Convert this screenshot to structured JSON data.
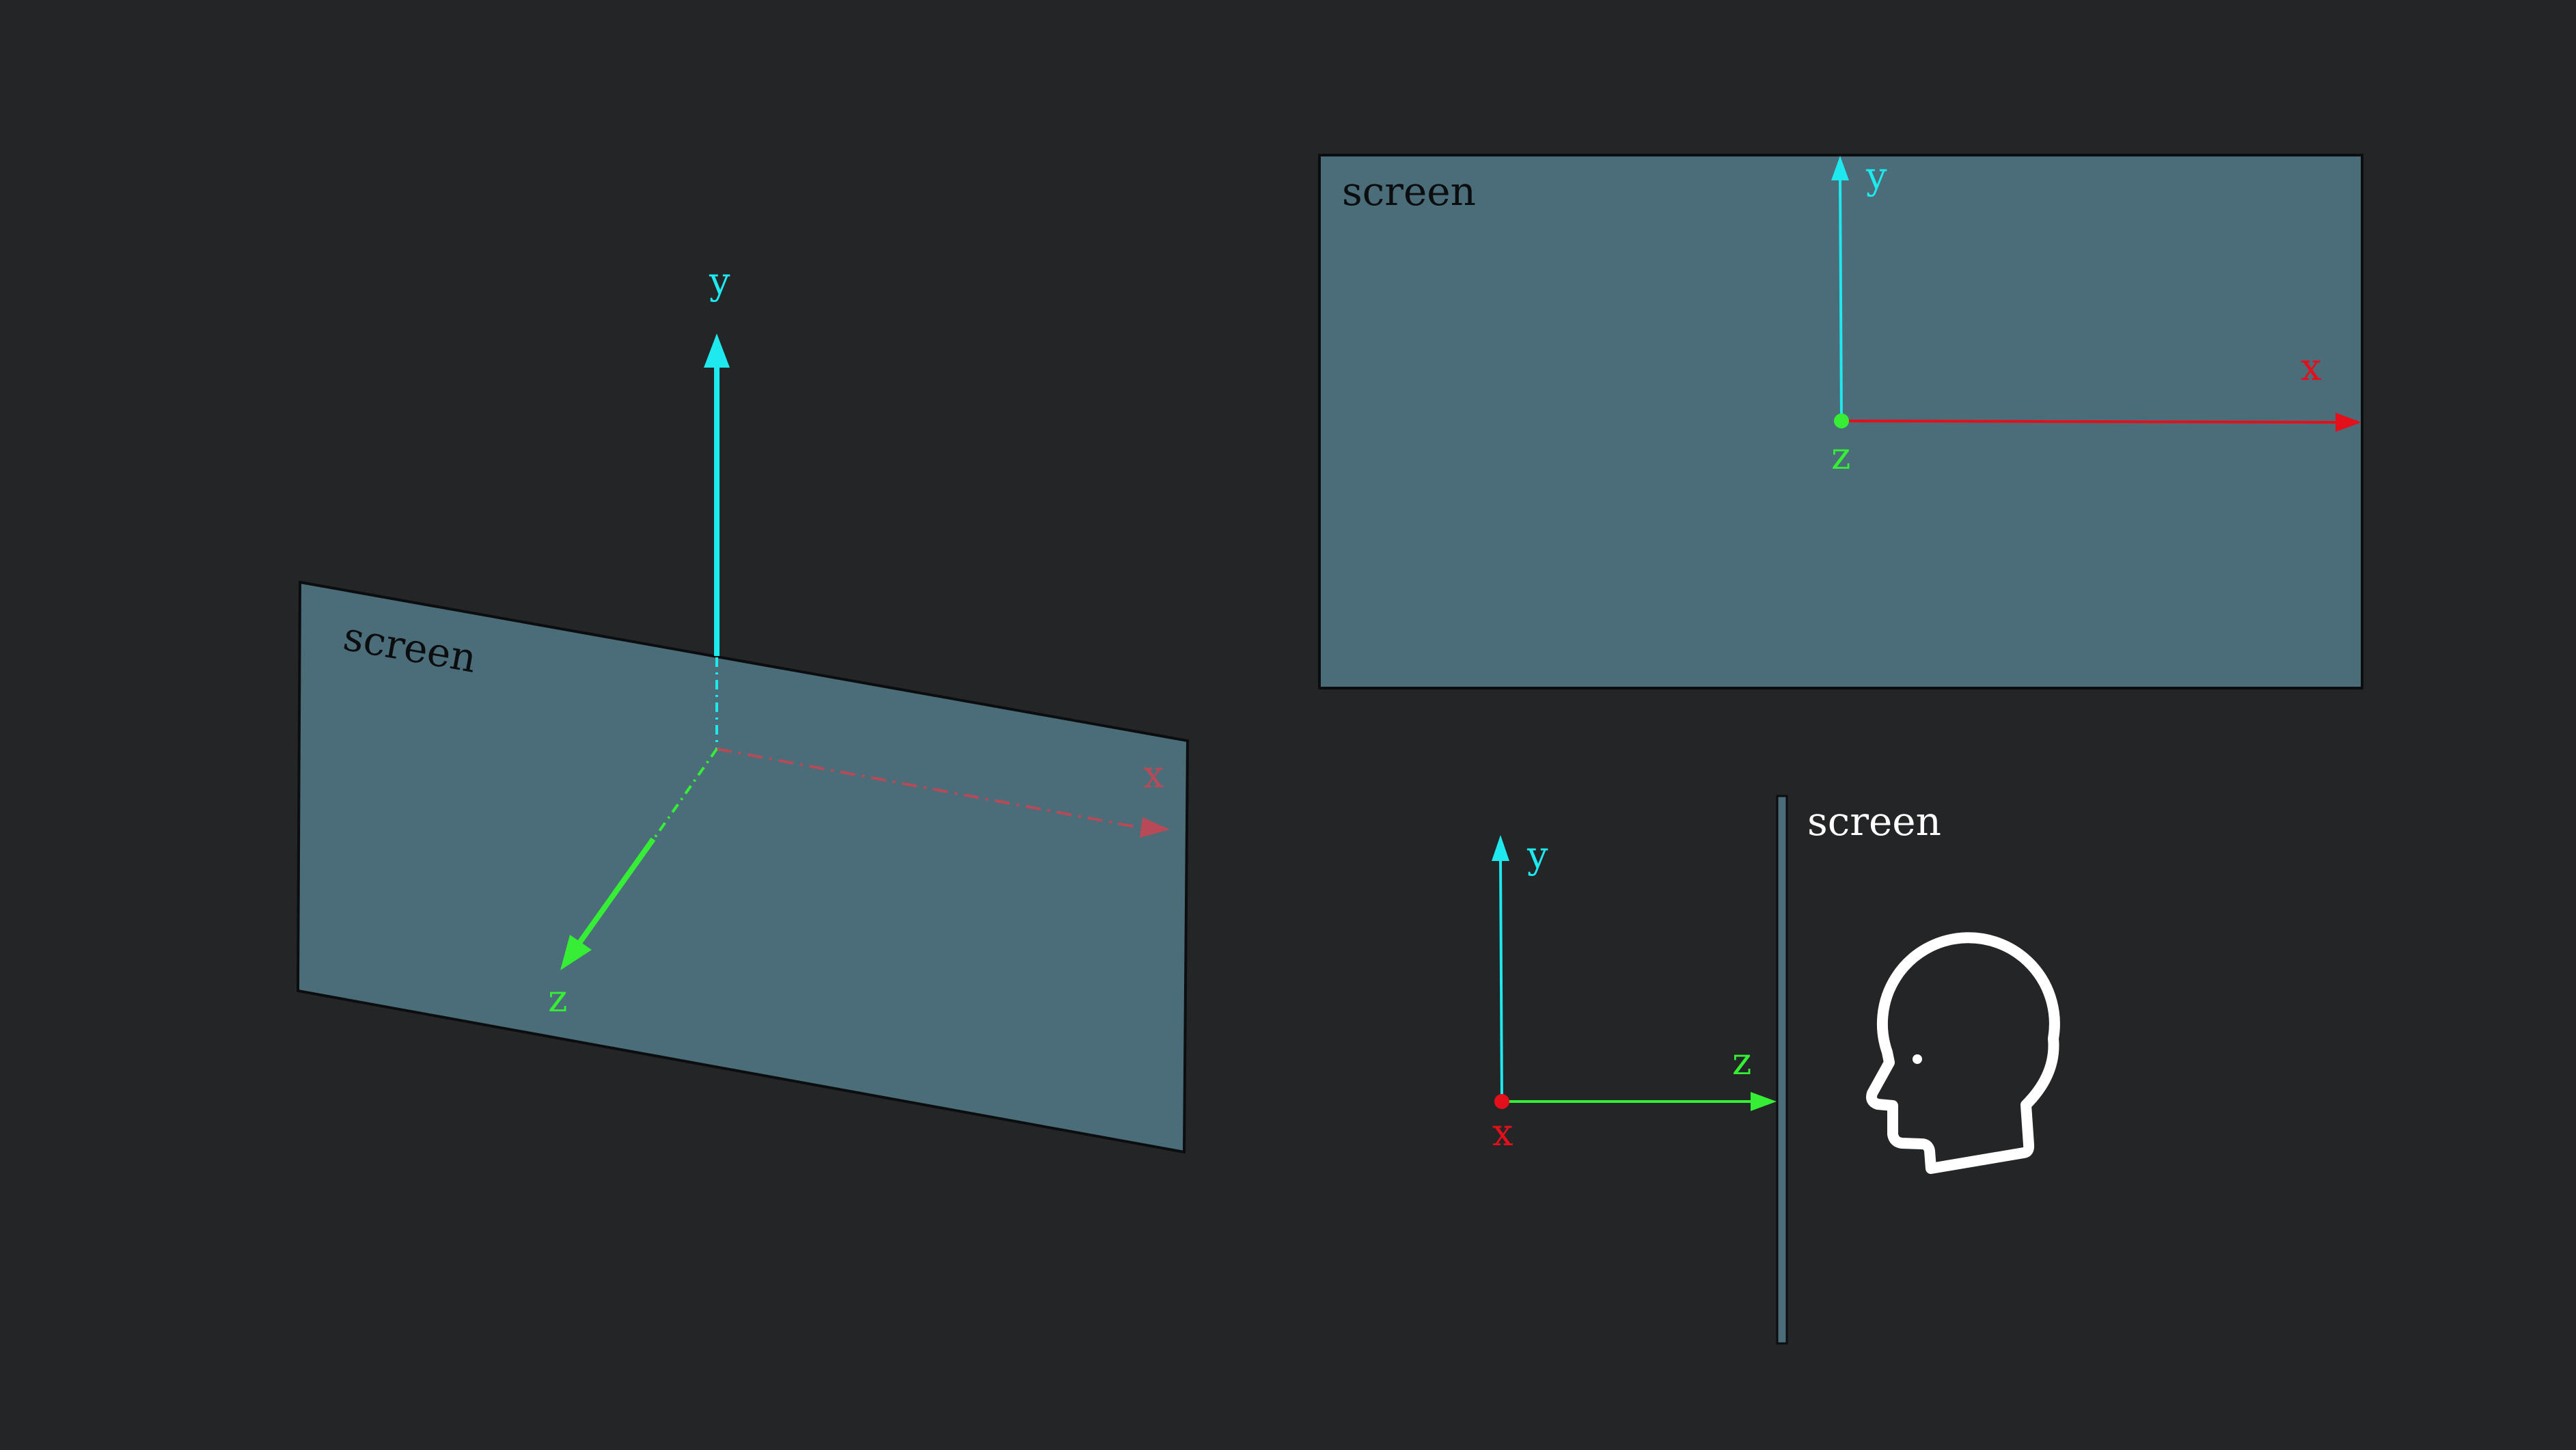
{
  "colors": {
    "background": "#242527",
    "screen_fill": "#4a6d79",
    "screen_stroke": "#0b0d0e",
    "y_axis": "#1de9ee",
    "x_axis": "#e3101c",
    "x_axis_dashed": "#b84a58",
    "z_axis": "#35ee35",
    "dark_label": "#0b0d0e",
    "light_label": "#ffffff",
    "head": "#ffffff"
  },
  "perspective_view": {
    "screen_label": "screen",
    "y_label": "y",
    "x_label": "x",
    "z_label": "z"
  },
  "front_view": {
    "screen_label": "screen",
    "y_label": "y",
    "x_label": "x",
    "z_label": "z"
  },
  "side_view": {
    "screen_label": "screen",
    "y_label": "y",
    "x_label": "x",
    "z_label": "z",
    "viewer_icon": "head-profile-icon"
  }
}
